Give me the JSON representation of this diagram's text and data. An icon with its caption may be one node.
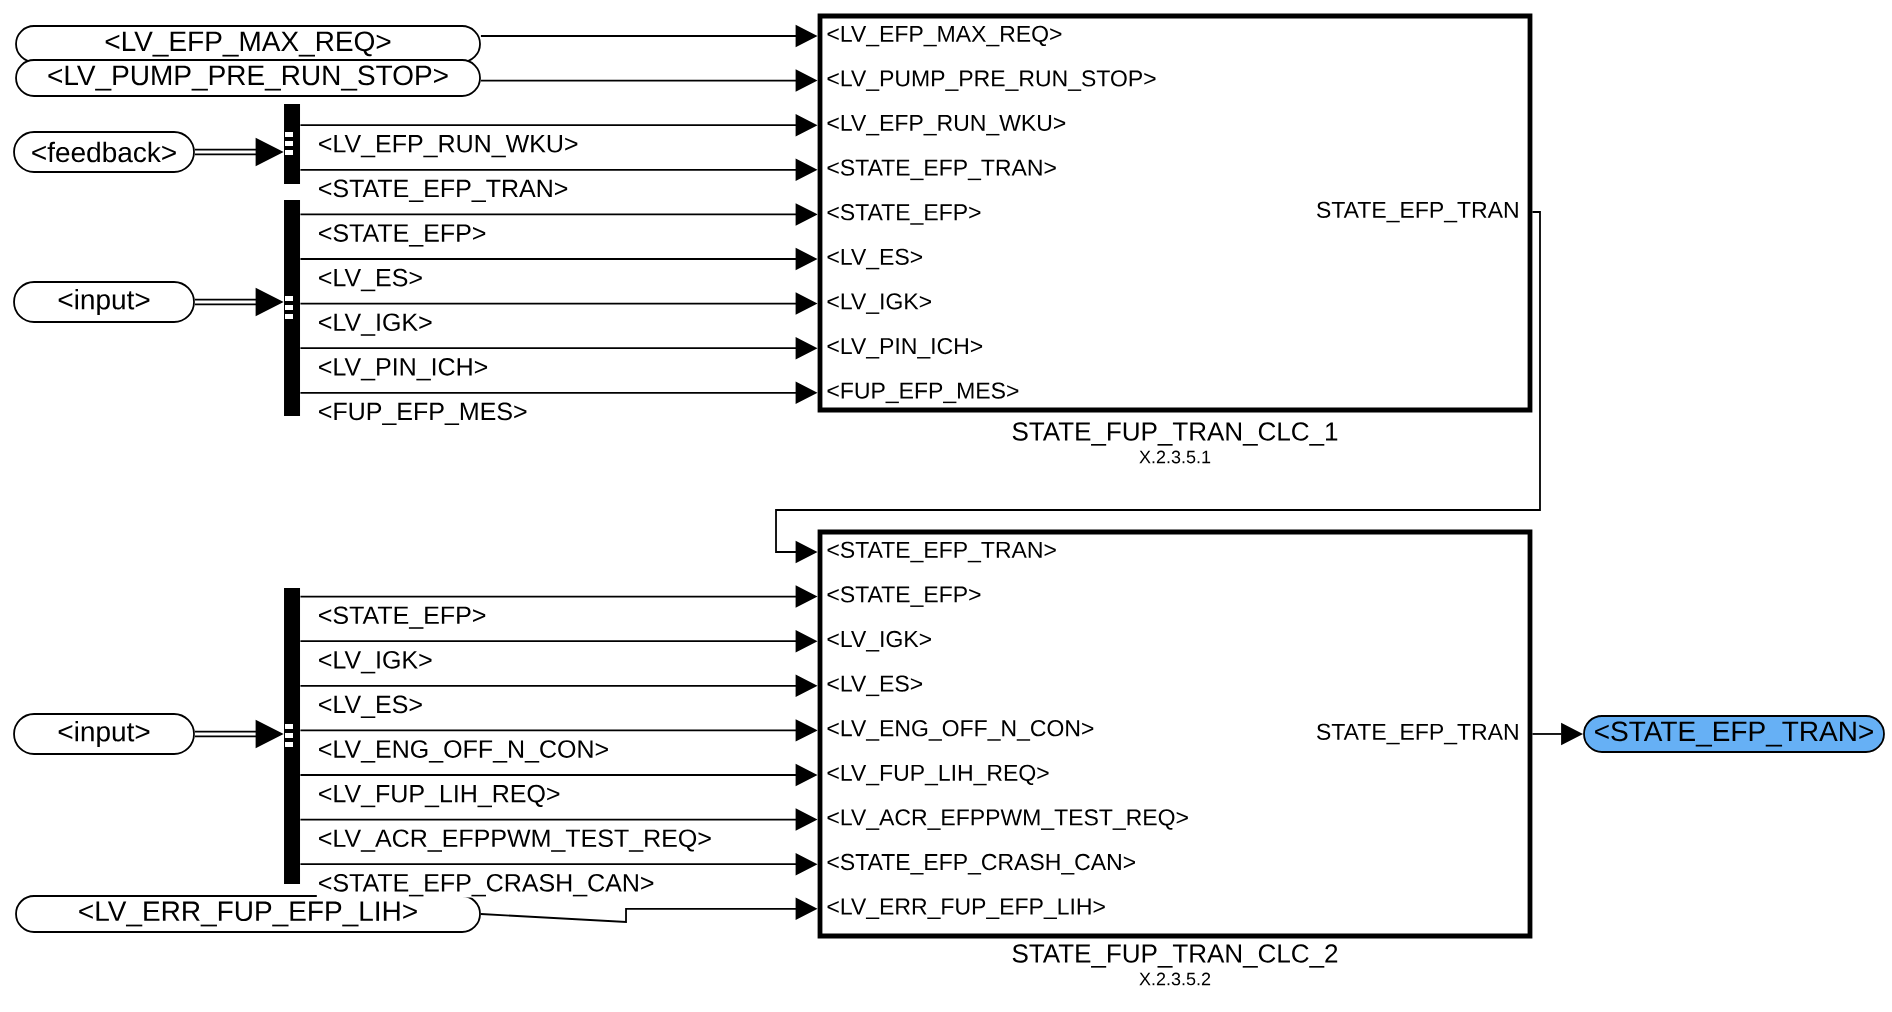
{
  "diagram": {
    "nodes": [
      {
        "text": [
          "<LV_EFP_MAX_REQ>"
        ]
      },
      {
        "text": [
          "<LV_PUMP_PRE_RUN_STOP>"
        ]
      },
      {
        "text": [
          "<feedback>"
        ]
      },
      {
        "text": [],
        "shape": "bar"
      },
      {
        "text": [
          "<input>"
        ]
      },
      {
        "text": [],
        "shape": "bar"
      },
      {
        "text": [
          "<LV_EFP_MAX_REQ>",
          "<LV_PUMP_PRE_RUN_STOP>",
          "<LV_EFP_RUN_WKU>",
          "<STATE_EFP_TRAN>",
          "<STATE_EFP>",
          "<LV_ES>",
          "<LV_IGK>",
          "<LV_PIN_ICH>",
          "<FUP_EFP_MES>",
          "STATE_EFP_TRAN"
        ],
        "beside": [
          "STATE_FUP_TRAN_CLC_1",
          "X.2.3.5.1"
        ]
      },
      {
        "text": [
          "<input>"
        ]
      },
      {
        "text": [],
        "shape": "bar"
      },
      {
        "text": [
          "<LV_ERR_FUP_EFP_LIH>"
        ]
      },
      {
        "text": [
          "<STATE_EFP_TRAN>",
          "<STATE_EFP>",
          "<LV_IGK>",
          "<LV_ES>",
          "<LV_ENG_OFF_N_CON>",
          "<LV_FUP_LIH_REQ>",
          "<LV_ACR_EFPPWM_TEST_REQ>",
          "<STATE_EFP_CRASH_CAN>",
          "<LV_ERR_FUP_EFP_LIH>",
          "STATE_EFP_TRAN"
        ],
        "beside": [
          "STATE_FUP_TRAN_CLC_2",
          "X.2.3.5.2"
        ]
      },
      {
        "text": [
          "<STATE_EFP_TRAN>"
        ]
      }
    ],
    "edges": [
      {
        "from": 0,
        "to": 6,
        "arrow": "to"
      },
      {
        "from": 1,
        "to": 6,
        "arrow": "to"
      },
      {
        "from": 2,
        "to": 3,
        "arrow": "to",
        "style": "thick"
      },
      {
        "from": 3,
        "to": 6,
        "arrow": "to",
        "label": "<LV_EFP_RUN_WKU>"
      },
      {
        "from": 3,
        "to": 6,
        "arrow": "to",
        "label": "<STATE_EFP_TRAN>"
      },
      {
        "from": 4,
        "to": 5,
        "arrow": "to",
        "style": "thick"
      },
      {
        "from": 5,
        "to": 6,
        "arrow": "to",
        "label": "<STATE_EFP>"
      },
      {
        "from": 5,
        "to": 6,
        "arrow": "to",
        "label": "<LV_ES>"
      },
      {
        "from": 5,
        "to": 6,
        "arrow": "to",
        "label": "<LV_IGK>"
      },
      {
        "from": 5,
        "to": 6,
        "arrow": "to",
        "label": "<LV_PIN_ICH>"
      },
      {
        "from": 5,
        "to": 6,
        "arrow": "to",
        "label": "<FUP_EFP_MES>"
      },
      {
        "from": 6,
        "to": 10,
        "arrow": "to"
      },
      {
        "from": 7,
        "to": 8,
        "arrow": "to",
        "style": "thick"
      },
      {
        "from": 8,
        "to": 10,
        "arrow": "to",
        "label": "<STATE_EFP>"
      },
      {
        "from": 8,
        "to": 10,
        "arrow": "to",
        "label": "<LV_IGK>"
      },
      {
        "from": 8,
        "to": 10,
        "arrow": "to",
        "label": "<LV_ES>"
      },
      {
        "from": 8,
        "to": 10,
        "arrow": "to",
        "label": "<LV_ENG_OFF_N_CON>"
      },
      {
        "from": 8,
        "to": 10,
        "arrow": "to",
        "label": "<LV_FUP_LIH_REQ>"
      },
      {
        "from": 8,
        "to": 10,
        "arrow": "to",
        "label": "<LV_ACR_EFPPWM_TEST_REQ>"
      },
      {
        "from": 8,
        "to": 10,
        "arrow": "to",
        "label": "<STATE_EFP_CRASH_CAN>"
      },
      {
        "from": 9,
        "to": 10,
        "arrow": "to"
      },
      {
        "from": 10,
        "to": 11,
        "arrow": "to"
      }
    ]
  }
}
